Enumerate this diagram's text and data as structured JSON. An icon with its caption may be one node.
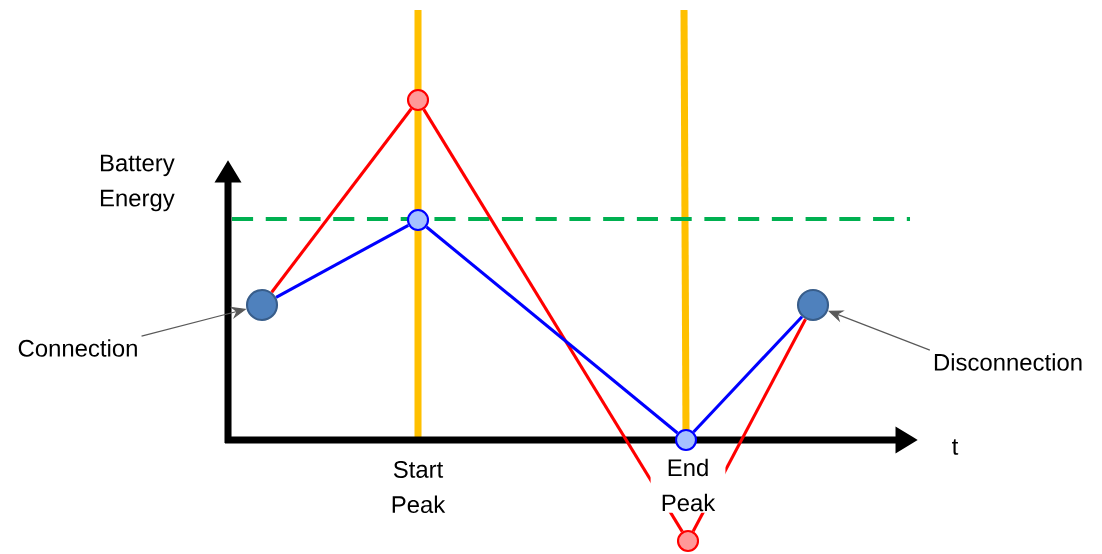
{
  "diagram": {
    "nodes": [
      {
        "text": [],
        "shape": "circle"
      },
      {
        "text": [],
        "shape": "circle"
      },
      {
        "text": [],
        "shape": "circle"
      },
      {
        "text": [],
        "shape": "circle"
      },
      {
        "text": [],
        "shape": "circle"
      },
      {
        "text": [],
        "shape": "circle"
      },
      {
        "text": [
          "Connection"
        ]
      },
      {
        "text": [
          "Disconnection"
        ]
      }
    ],
    "edges": [
      {
        "from": 0,
        "to": 1,
        "arrow": "none",
        "color": "#ff0000"
      },
      {
        "from": 1,
        "to": 4,
        "arrow": "none",
        "color": "#ff0000"
      },
      {
        "from": 4,
        "to": 5,
        "arrow": "none",
        "color": "#ff0000"
      },
      {
        "from": 0,
        "to": 2,
        "arrow": "none",
        "color": "#0000ff"
      },
      {
        "from": 2,
        "to": 3,
        "arrow": "none",
        "color": "#0000ff"
      },
      {
        "from": 3,
        "to": 5,
        "arrow": "none",
        "color": "#0000ff"
      },
      {
        "from": 6,
        "to": 0,
        "arrow": "to",
        "color": "#595959"
      },
      {
        "from": 7,
        "to": 5,
        "arrow": "to",
        "color": "#595959"
      }
    ],
    "labels": [
      "Battery Energy",
      "t",
      "Start Peak",
      "End Peak"
    ]
  }
}
